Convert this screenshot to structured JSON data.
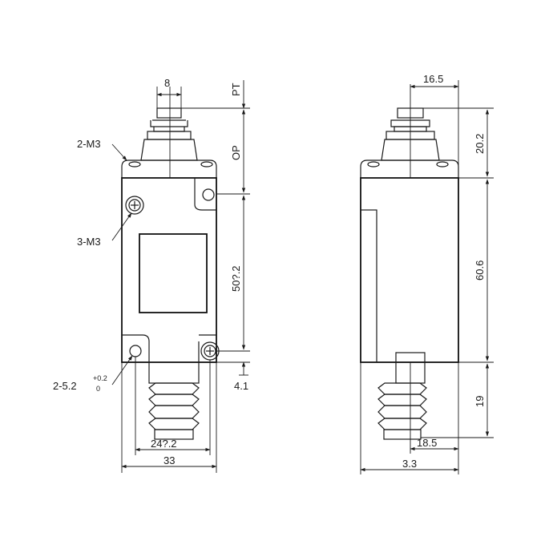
{
  "front_view": {
    "dim_plunger_width": "8",
    "label_pt": "PT",
    "label_op": "OP",
    "label_2m3": "2-M3",
    "label_3m3": "3-M3",
    "dim_hole_spacing_v": "50?.2",
    "label_hole": "2-5.2",
    "hole_tol_plus": "+0.2",
    "hole_tol_zero": "0",
    "dim_offset_bottom": "4.1",
    "dim_hole_spacing_h": "24?.2",
    "dim_body_width": "33"
  },
  "side_view": {
    "dim_plunger_offset": "16.5",
    "dim_plunger_height": "20.2",
    "dim_body_height": "60.6",
    "dim_boot_height": "19",
    "dim_boot_offset": "18.5",
    "dim_body_depth": "3.3"
  }
}
